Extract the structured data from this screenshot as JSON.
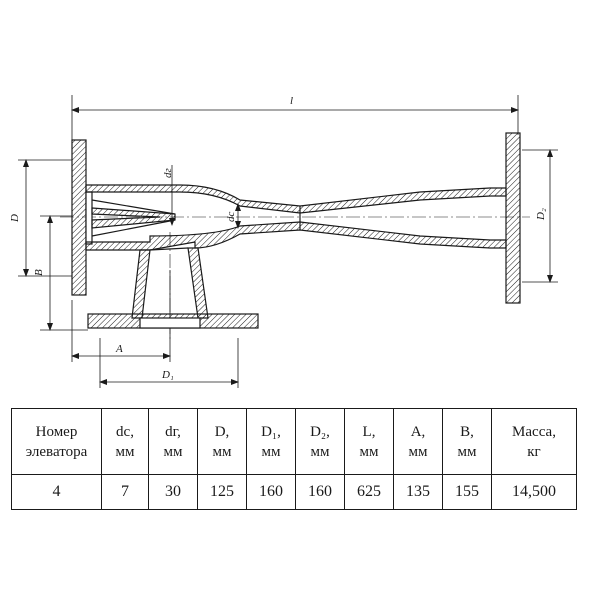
{
  "drawing": {
    "dimension_labels": {
      "L": "l",
      "D": "D",
      "B": "B",
      "A": "A",
      "D1": "D₁",
      "D2": "D₂",
      "dc": "dc",
      "dr": "dг"
    }
  },
  "table": {
    "headers": [
      {
        "line1": "Номер",
        "line2": "элеватора"
      },
      {
        "line1": "dc,",
        "line2": "мм"
      },
      {
        "line1": "dг,",
        "line2": "мм"
      },
      {
        "line1": "D,",
        "line2": "мм"
      },
      {
        "line1": "D₁,",
        "line2": "мм"
      },
      {
        "line1": "D₂,",
        "line2": "мм"
      },
      {
        "line1": "L,",
        "line2": "мм"
      },
      {
        "line1": "A,",
        "line2": "мм"
      },
      {
        "line1": "B,",
        "line2": "мм"
      },
      {
        "line1": "Масса,",
        "line2": "кг"
      }
    ],
    "values": [
      "4",
      "7",
      "30",
      "125",
      "160",
      "160",
      "625",
      "135",
      "155",
      "14,500"
    ]
  }
}
